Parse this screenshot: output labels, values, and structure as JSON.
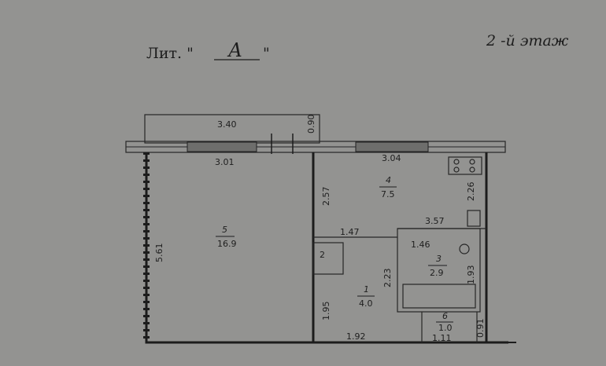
{
  "header": {
    "liter_label": "Лит. \"",
    "liter_value": "А",
    "liter_close": "\"",
    "floor_label": "2 -й этаж"
  },
  "dimensions": {
    "top_overall": "3.40",
    "balcony_depth": "0.90",
    "room5_width": "3.01",
    "room4_width": "3.04",
    "room5_height": "5.61",
    "room4_height": "2.57",
    "kitchen_side": "2.26",
    "room4_bottom": "3.57",
    "corridor_width": "1.47",
    "bath_width": "1.46",
    "bath_height": "1.93",
    "hall_height": "2.23",
    "hall_lower": "1.95",
    "hall_bottom": "1.92",
    "wc_width": "1.11",
    "wc_height": "0.91"
  },
  "rooms": [
    {
      "num": "5",
      "area": "16.9"
    },
    {
      "num": "4",
      "area": "7.5"
    },
    {
      "num": "3",
      "area": "2.9"
    },
    {
      "num": "1",
      "area": "4.0"
    },
    {
      "num": "2",
      "area": ""
    },
    {
      "num": "6",
      "area": "1.0"
    }
  ],
  "colors": {
    "paper": "#8e8e8c",
    "ink": "#1c1c1c"
  }
}
